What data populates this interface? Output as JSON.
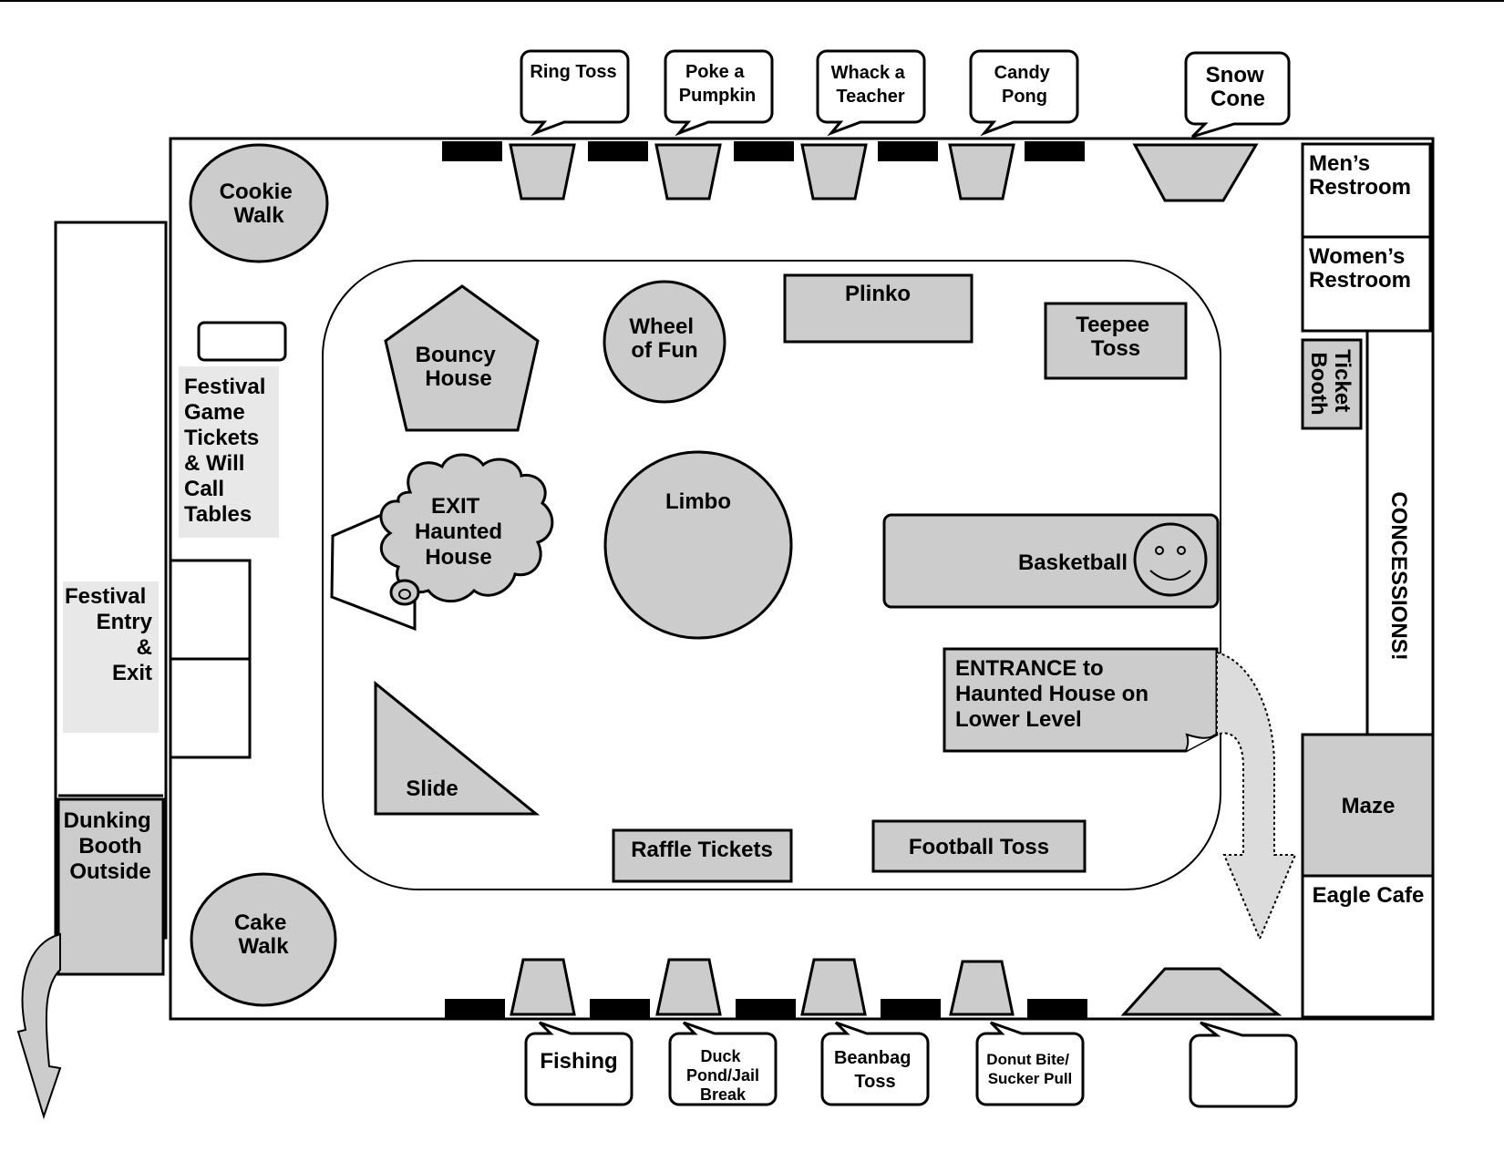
{
  "booths_top": [
    "Ring Toss",
    "Poke a Pumpkin",
    "Whack a Teacher",
    "Candy Pong",
    "Snow Cone"
  ],
  "booths_bottom": [
    "Fishing",
    "Duck Pond/Jail Break",
    "Beanbag Toss",
    "Donut Bite/ Sucker Pull"
  ],
  "left": {
    "cookie_walk": "Cookie Walk",
    "cake_walk": "Cake Walk",
    "tickets_tables": "Festival Game Tickets & Will Call Tables",
    "entry_exit": "Festival Entry & Exit",
    "dunking_booth": "Dunking Booth Outside"
  },
  "center": {
    "bouncy_house": "Bouncy House",
    "wheel_of_fun": "Wheel of Fun",
    "plinko": "Plinko",
    "teepee_toss": "Teepee Toss",
    "exit_haunted_house": "EXIT Haunted House",
    "limbo": "Limbo",
    "basketball": "Basketball",
    "entrance_haunted_house": "ENTRANCE to Haunted House on Lower Level",
    "slide": "Slide",
    "raffle_tickets": "Raffle Tickets",
    "football_toss": "Football Toss"
  },
  "right": {
    "mens_restroom": "Men’s Restroom",
    "womens_restroom": "Women’s Restroom",
    "ticket_booth": "Ticket Booth",
    "concessions": "CONCESSIONS!",
    "maze": "Maze",
    "eagle_cafe": "Eagle Cafe"
  }
}
